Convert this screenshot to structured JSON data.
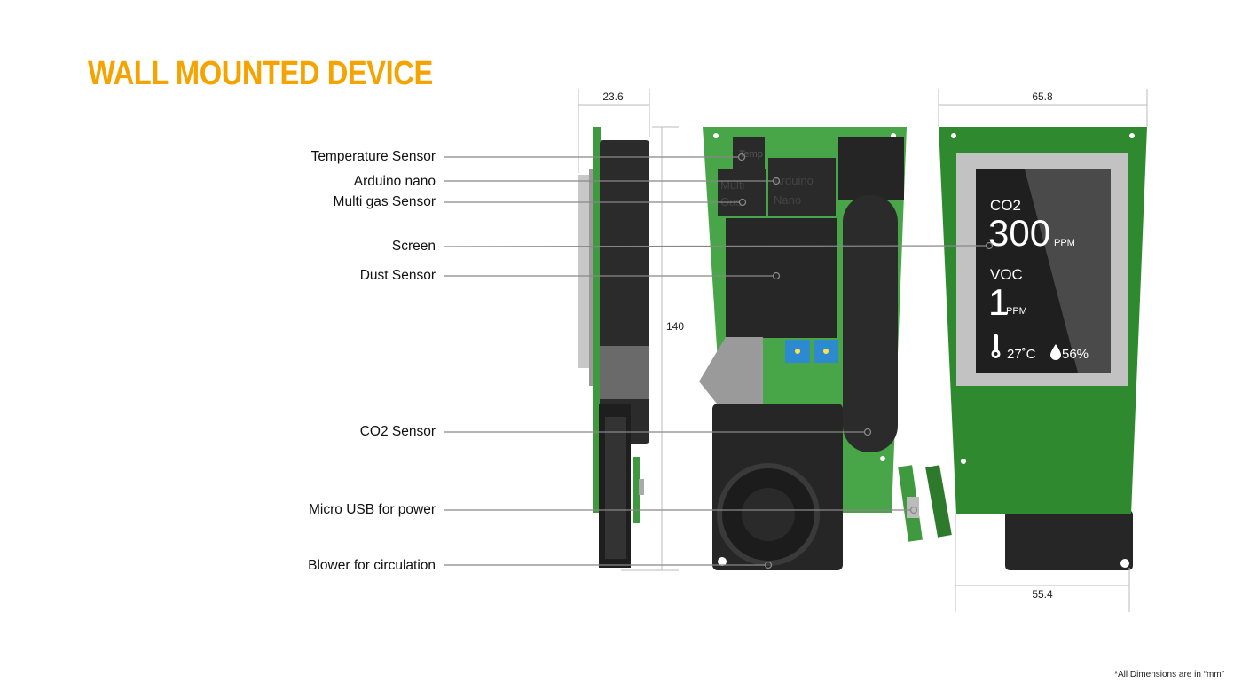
{
  "title": "WALL MOUNTED DEVICE",
  "labels": [
    "Temperature Sensor",
    "Arduino nano",
    "Multi gas Sensor",
    "Screen",
    "Dust Sensor",
    "CO2 Sensor",
    "Micro USB for power",
    "Blower for circulation"
  ],
  "dimensions": {
    "side_width": "23.6",
    "height": "140",
    "front_width_top": "65.8",
    "front_width_bottom": "55.4"
  },
  "component_markings": {
    "temp": "Temp",
    "multi": "Multi",
    "gas": "Gas",
    "arduino": "Arduino",
    "nano": "Nano"
  },
  "screen": {
    "co2_label": "CO2",
    "co2_value": "300",
    "co2_unit": "PPM",
    "voc_label": "VOC",
    "voc_value": "1",
    "voc_unit": "PPM",
    "temperature": "27˚C",
    "humidity": "56%"
  },
  "footnote": "*All Dimensions are in “mm”",
  "colors": {
    "accent": "#f5a300",
    "pcb": "#3f9a3f",
    "component": "#2a2a2a"
  }
}
